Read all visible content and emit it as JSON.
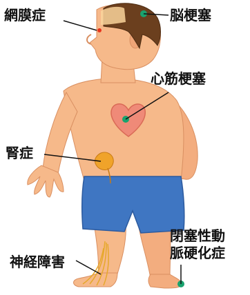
{
  "labels": {
    "retinopathy": "網膜症",
    "cerebral_infarction": "脳梗塞",
    "myocardial_infarction": "心筋梗塞",
    "nephropathy": "腎症",
    "neuropathy": "神経障害",
    "pad_line1": "閉塞性動",
    "pad_line2": "脈硬化症"
  },
  "colors": {
    "skin": "#f6b98a",
    "skin_shade": "#e99c6c",
    "hair": "#6b3f1e",
    "shorts": "#3f76c2",
    "heart": "#ef8a78",
    "kidney": "#f0a32a",
    "nerve": "#e6a82a",
    "marker": "#19a26e",
    "red_marker": "#e8341c"
  }
}
